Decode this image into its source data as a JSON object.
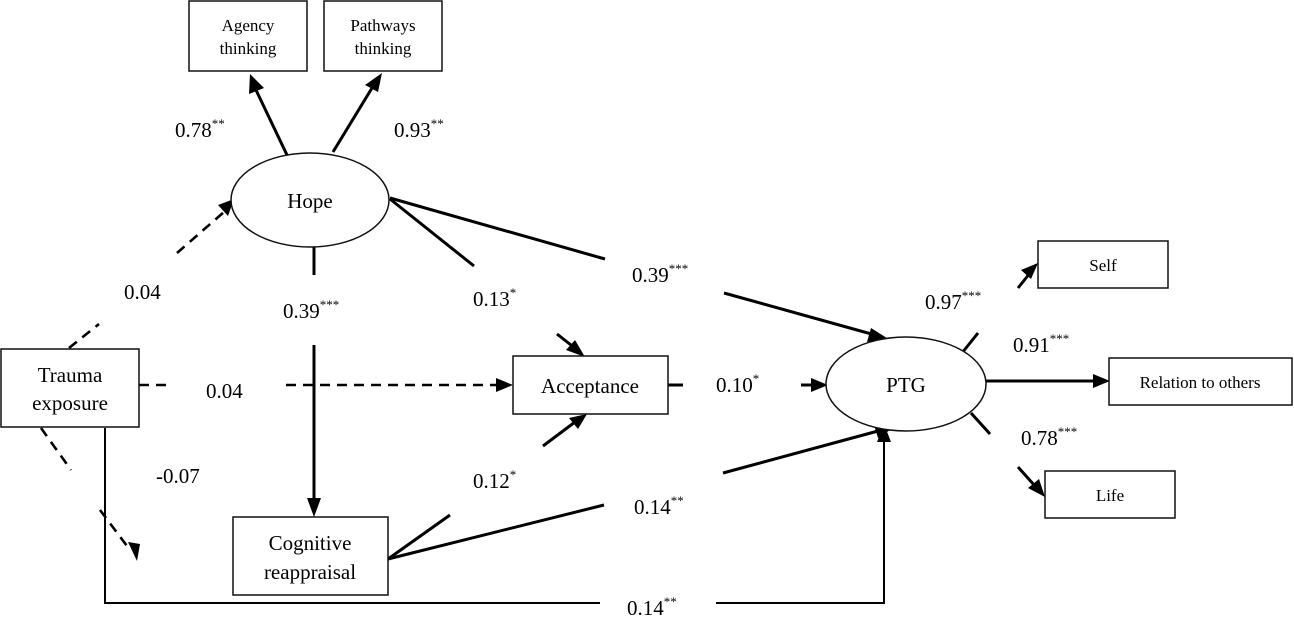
{
  "diagram": {
    "type": "structural-equation-model",
    "nodes": {
      "agency": {
        "label_lines": [
          "Agency",
          "thinking"
        ],
        "shape": "rectangle"
      },
      "pathways": {
        "label_lines": [
          "Pathways",
          "thinking"
        ],
        "shape": "rectangle"
      },
      "hope": {
        "label": "Hope",
        "shape": "ellipse"
      },
      "trauma": {
        "label_lines": [
          "Trauma",
          "exposure"
        ],
        "shape": "rectangle"
      },
      "acceptance": {
        "label": "Acceptance",
        "shape": "rectangle"
      },
      "cognitive": {
        "label_lines": [
          "Cognitive",
          "reappraisal"
        ],
        "shape": "rectangle"
      },
      "ptg": {
        "label": "PTG",
        "shape": "ellipse"
      },
      "self": {
        "label": "Self",
        "shape": "rectangle"
      },
      "relation": {
        "label": "Relation to others",
        "shape": "rectangle"
      },
      "life": {
        "label": "Life",
        "shape": "rectangle"
      }
    },
    "paths": [
      {
        "id": "hope-agency",
        "from": "Hope",
        "to": "Agency thinking",
        "value": "0.78",
        "sig": "**",
        "style": "solid"
      },
      {
        "id": "hope-pathways",
        "from": "Hope",
        "to": "Pathways thinking",
        "value": "0.93",
        "sig": "**",
        "style": "solid"
      },
      {
        "id": "trauma-hope",
        "from": "Trauma exposure",
        "to": "Hope",
        "value": "0.04",
        "sig": "",
        "style": "dashed"
      },
      {
        "id": "hope-cognitive",
        "from": "Hope",
        "to": "Cognitive reappraisal",
        "value": "0.39",
        "sig": "***",
        "style": "solid"
      },
      {
        "id": "hope-acceptance",
        "from": "Hope",
        "to": "Acceptance",
        "value": "0.13",
        "sig": "*",
        "style": "solid"
      },
      {
        "id": "hope-ptg",
        "from": "Hope",
        "to": "PTG",
        "value": "0.39",
        "sig": "***",
        "style": "solid"
      },
      {
        "id": "trauma-acceptance",
        "from": "Trauma exposure",
        "to": "Acceptance",
        "value": "0.04",
        "sig": "",
        "style": "dashed"
      },
      {
        "id": "trauma-cognitive",
        "from": "Trauma exposure",
        "to": "Cognitive reappraisal",
        "value": "-0.07",
        "sig": "",
        "style": "dashed"
      },
      {
        "id": "cognitive-acceptance",
        "from": "Cognitive reappraisal",
        "to": "Acceptance",
        "value": "0.12",
        "sig": "*",
        "style": "solid"
      },
      {
        "id": "acceptance-ptg",
        "from": "Acceptance",
        "to": "PTG",
        "value": "0.10",
        "sig": "*",
        "style": "solid"
      },
      {
        "id": "cognitive-ptg",
        "from": "Cognitive reappraisal",
        "to": "PTG",
        "value": "0.14",
        "sig": "**",
        "style": "solid"
      },
      {
        "id": "trauma-ptg",
        "from": "Trauma exposure",
        "to": "PTG",
        "value": "0.14",
        "sig": "**",
        "style": "solid"
      },
      {
        "id": "ptg-self",
        "from": "PTG",
        "to": "Self",
        "value": "0.97",
        "sig": "***",
        "style": "solid"
      },
      {
        "id": "ptg-relation",
        "from": "PTG",
        "to": "Relation to others",
        "value": "0.91",
        "sig": "***",
        "style": "solid"
      },
      {
        "id": "ptg-life",
        "from": "PTG",
        "to": "Life",
        "value": "0.78",
        "sig": "***",
        "style": "solid"
      }
    ]
  }
}
